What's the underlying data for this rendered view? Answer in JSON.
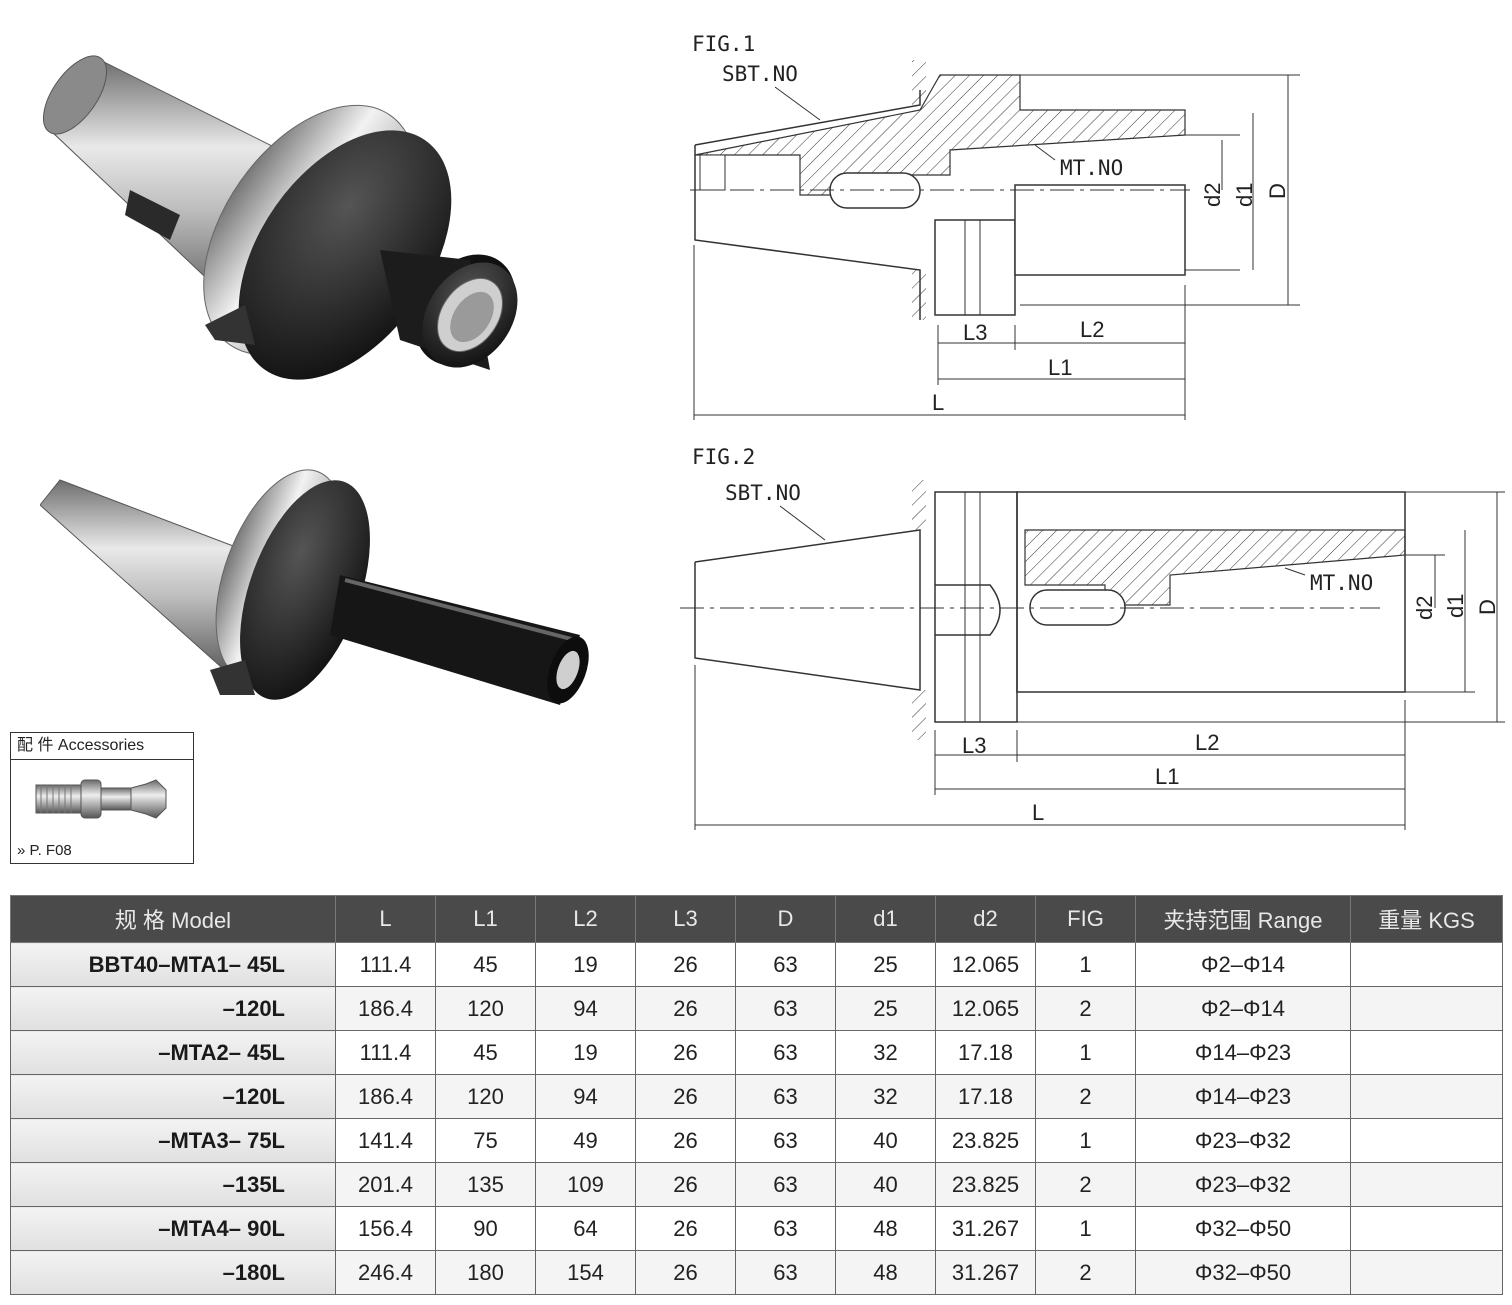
{
  "fig1": {
    "label": "FIG.1",
    "callout_sbt": "SBT.NO",
    "callout_mt": "MT.NO",
    "dims": {
      "L": "L",
      "L1": "L1",
      "L2": "L2",
      "L3": "L3",
      "D": "D",
      "d1": "d1",
      "d2": "d2"
    }
  },
  "fig2": {
    "label": "FIG.2",
    "callout_sbt": "SBT.NO",
    "callout_mt": "MT.NO",
    "dims": {
      "L": "L",
      "L1": "L1",
      "L2": "L2",
      "L3": "L3",
      "D": "D",
      "d1": "d1",
      "d2": "d2"
    }
  },
  "accessories": {
    "header": "配  件  Accessories",
    "ref": "» P. F08"
  },
  "table": {
    "headers": [
      "规 格 Model",
      "L",
      "L1",
      "L2",
      "L3",
      "D",
      "d1",
      "d2",
      "FIG",
      "夹持范围 Range",
      "重量 KGS"
    ],
    "rows": [
      [
        "BBT40–MTA1– 45L",
        "111.4",
        "45",
        "19",
        "26",
        "63",
        "25",
        "12.065",
        "1",
        "Φ2–Φ14",
        ""
      ],
      [
        "–120L",
        "186.4",
        "120",
        "94",
        "26",
        "63",
        "25",
        "12.065",
        "2",
        "Φ2–Φ14",
        ""
      ],
      [
        "–MTA2– 45L",
        "111.4",
        "45",
        "19",
        "26",
        "63",
        "32",
        "17.18",
        "1",
        "Φ14–Φ23",
        ""
      ],
      [
        "–120L",
        "186.4",
        "120",
        "94",
        "26",
        "63",
        "32",
        "17.18",
        "2",
        "Φ14–Φ23",
        ""
      ],
      [
        "–MTA3– 75L",
        "141.4",
        "75",
        "49",
        "26",
        "63",
        "40",
        "23.825",
        "1",
        "Φ23–Φ32",
        ""
      ],
      [
        "–135L",
        "201.4",
        "135",
        "109",
        "26",
        "63",
        "40",
        "23.825",
        "2",
        "Φ23–Φ32",
        ""
      ],
      [
        "–MTA4– 90L",
        "156.4",
        "90",
        "64",
        "26",
        "63",
        "48",
        "31.267",
        "1",
        "Φ32–Φ50",
        ""
      ],
      [
        "–180L",
        "246.4",
        "180",
        "154",
        "26",
        "63",
        "48",
        "31.267",
        "2",
        "Φ32–Φ50",
        ""
      ]
    ]
  }
}
